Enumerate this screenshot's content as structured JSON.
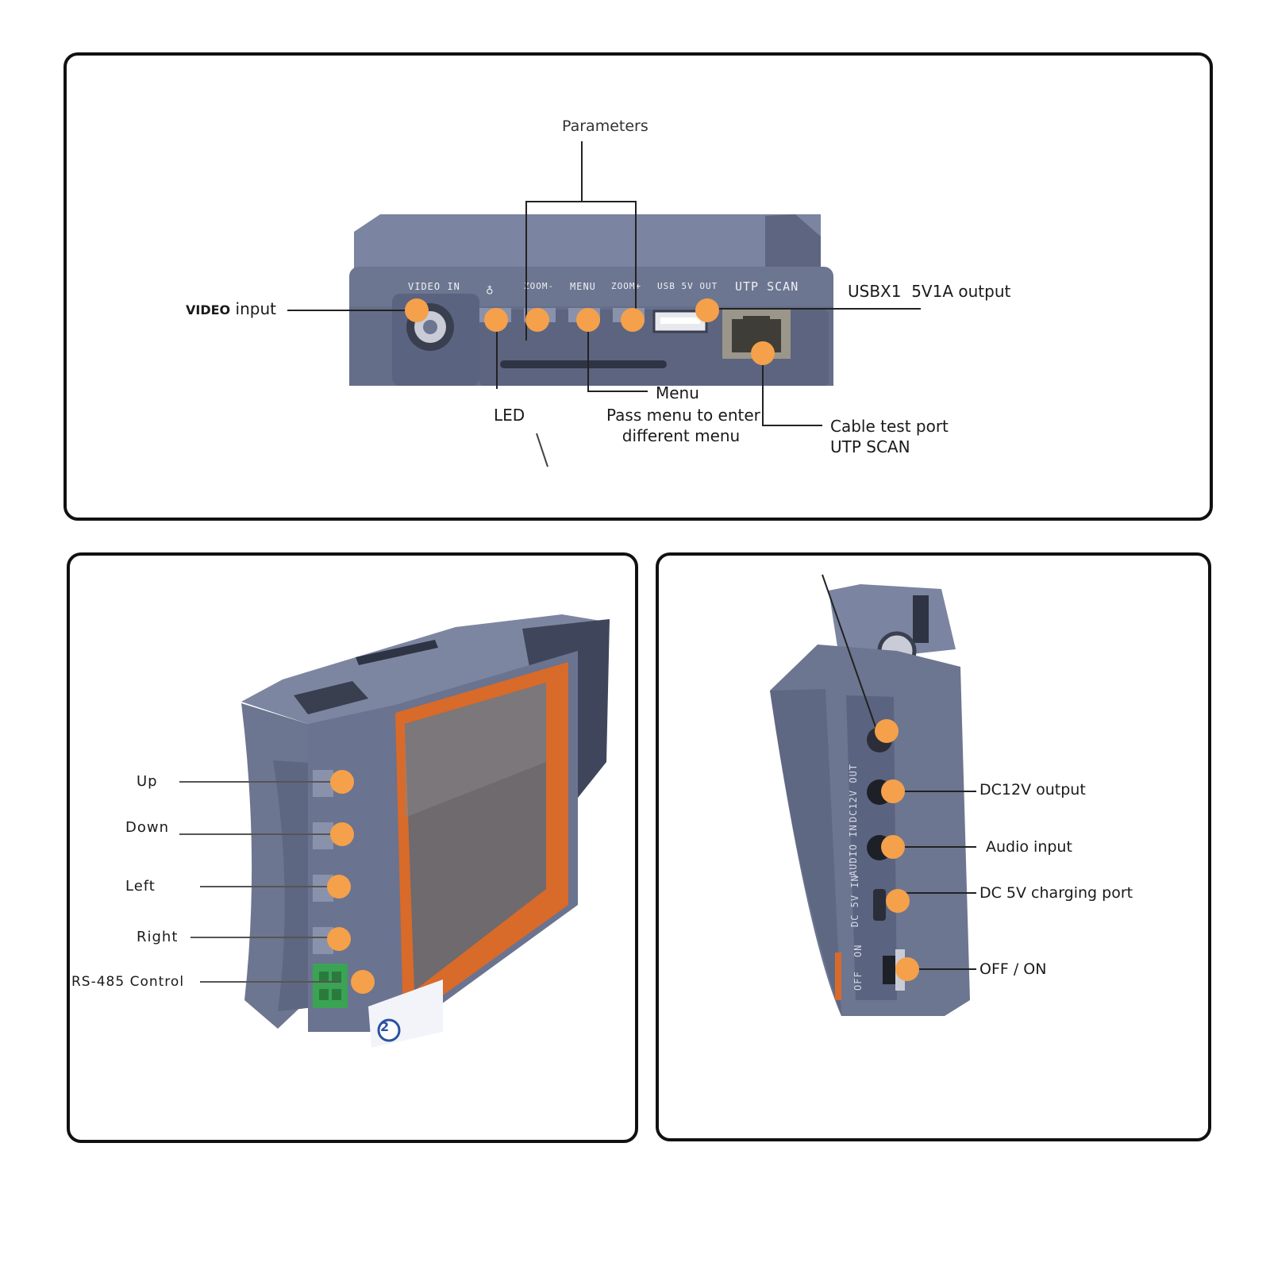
{
  "colors": {
    "device_body": "#6d7690",
    "device_dark": "#4f5670",
    "marker": "#f5a04a",
    "screen_orange": "#d86a2a",
    "rs485_green": "#3aa454"
  },
  "top_panel": {
    "labels": {
      "parameters": "Parameters",
      "video_input_bold": "VIDEO",
      "video_input_rest": "input",
      "usb_output": "USBX1  5V1A output",
      "menu": "Menu",
      "menu_desc_line1": "Pass menu to enter",
      "menu_desc_line2": "different menu",
      "led": "LED",
      "cable_test_line1": "Cable test port",
      "cable_test_line2": "UTP SCAN"
    },
    "device_stamps": {
      "video_in": "VIDEO IN",
      "led_icon": "led-bulb-icon",
      "zoom_minus": "ZOOM-",
      "menu": "MENU",
      "zoom_plus": "ZOOM+",
      "usb_out": "USB 5V OUT",
      "utp_scan": "UTP SCAN"
    }
  },
  "bottom_left_panel": {
    "labels": {
      "up": "Up",
      "down": "Down",
      "left": "Left",
      "right": "Right",
      "rs485": "RS-485 Control"
    },
    "sticker_number": "2"
  },
  "bottom_right_panel": {
    "labels": {
      "dc12v_output": "DC12V output",
      "audio_input": "Audio input",
      "dc5v_charging": "DC 5V charging port",
      "off_on": "OFF / ON"
    },
    "device_stamps": {
      "dc12v_out": "DC12V OUT",
      "audio_in": "AUDIO IN",
      "dc5v_in": "DC 5V IN",
      "on": "ON",
      "off": "OFF"
    }
  }
}
